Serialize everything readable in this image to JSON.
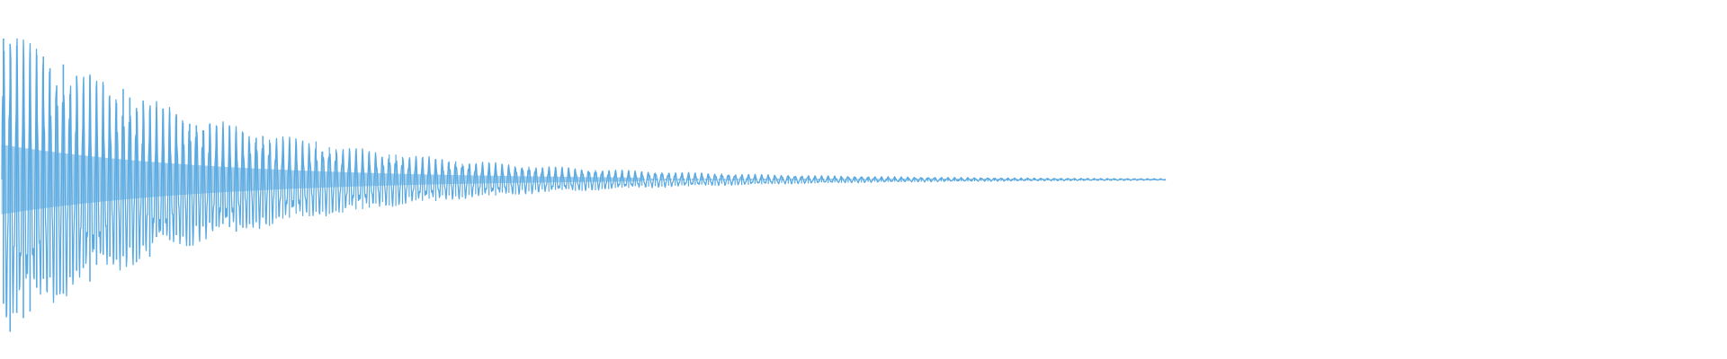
{
  "waveform": {
    "type": "audio-waveform",
    "color": "#5aa9e0",
    "background": "#ffffff",
    "envelope": "exponential-decay",
    "peak_amplitude": 0.98,
    "trailing_amplitude": 0.005,
    "sound_fraction_of_width": 0.675,
    "oscillation_count": 175,
    "channels": 1
  }
}
